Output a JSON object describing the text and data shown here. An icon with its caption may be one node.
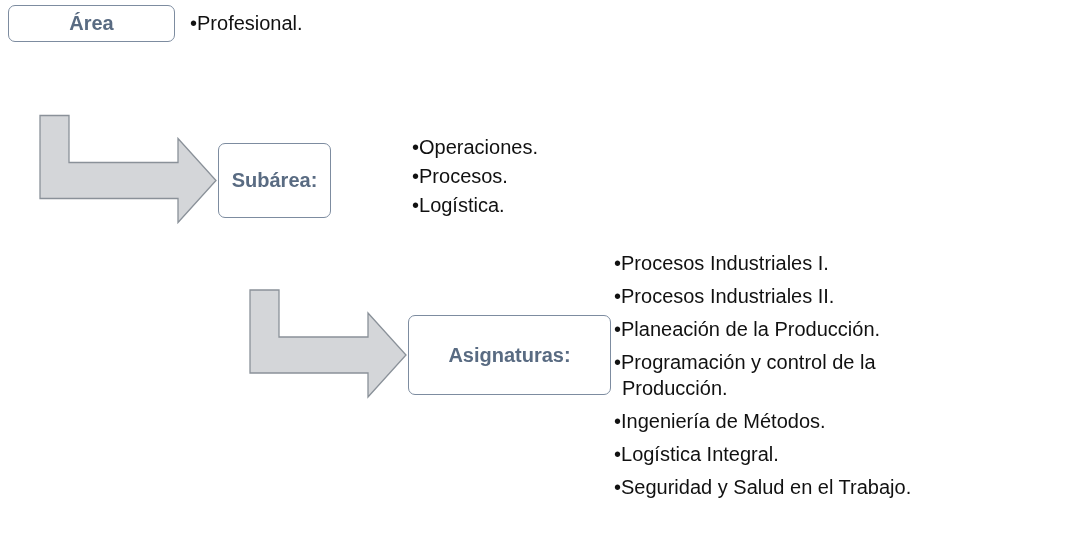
{
  "diagram": {
    "nodes": [
      {
        "text": [
          "Área"
        ],
        "beside": [
          "•Profesional."
        ]
      },
      {
        "text": [
          "Subárea:"
        ],
        "beside": [
          "•Operaciones.",
          "•Procesos.",
          "•Logística."
        ]
      },
      {
        "text": [
          "Asignaturas:"
        ],
        "beside": [
          "•Procesos Industriales I.",
          "•Procesos Industriales II.",
          "•Planeación de la Producción.",
          "•Programación y control de la Producción.",
          "•Ingeniería de Métodos.",
          "•Logística Integral.",
          "•Seguridad y Salud en el Trabajo."
        ]
      }
    ],
    "edges": [
      {
        "from": 0,
        "to": 1,
        "arrow": "to"
      },
      {
        "from": 1,
        "to": 2,
        "arrow": "to"
      }
    ]
  }
}
